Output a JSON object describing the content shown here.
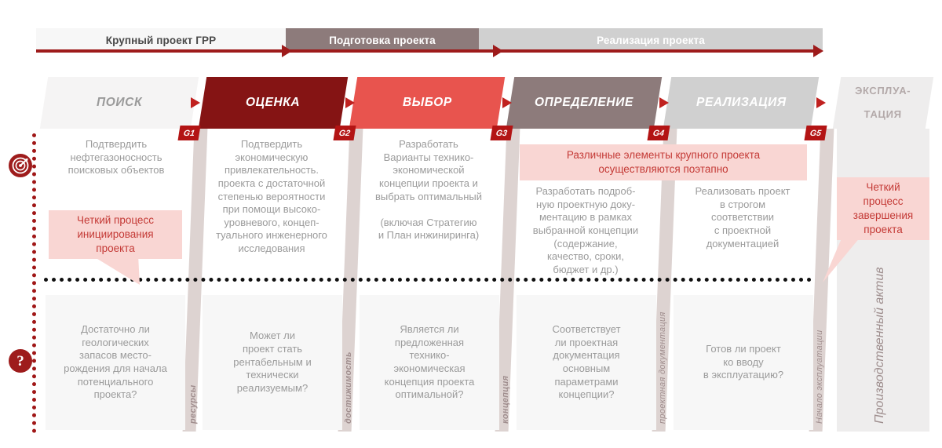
{
  "program_bar": {
    "segments": [
      {
        "label": "Крупный проект ГРР",
        "color": "#f7f7f7"
      },
      {
        "label": "Подготовка проекта",
        "color": "#8d7b7b"
      },
      {
        "label": "Реализация  проекта",
        "color": "#d0d0d0"
      }
    ]
  },
  "phases": [
    {
      "id": "poisk",
      "title": "ПОИСК",
      "color": "#f5f4f4"
    },
    {
      "id": "ocenka",
      "title": "ОЦЕНКА",
      "color": "#851414"
    },
    {
      "id": "vybor",
      "title": "ВЫБОР",
      "color": "#e8544e"
    },
    {
      "id": "opredelenie",
      "title": "ОПРЕДЕЛЕНИЕ",
      "color": "#8d7b7b"
    },
    {
      "id": "realizaciya",
      "title": "РЕАЛИЗАЦИЯ",
      "color": "#d0d0d0"
    },
    {
      "id": "ekspluataciya",
      "title_line1": "ЭКСПЛУА-",
      "title_line2": "ТАЦИЯ",
      "color": "#eeeded"
    }
  ],
  "gates": [
    {
      "tag": "G1",
      "label": "ресурсы"
    },
    {
      "tag": "G2",
      "label": "достижимость"
    },
    {
      "tag": "G3",
      "label": "концепция"
    },
    {
      "tag": "G4",
      "label": "проектная документация"
    },
    {
      "tag": "G5",
      "label": "Начало эксплуатации"
    }
  ],
  "objectives": [
    {
      "text": "Подтвердить\nнефтегазоносность\nпоисковых объектов"
    },
    {
      "text": "Подтвердить\nэкономическую\nпривлекательность.\nпроекта с достаточной\nстепенью вероятности\nпри помощи высоко-\nуровневого, концеп-\nтуального инженерного\nисследования"
    },
    {
      "text": "Разработать\nВарианты технико-\nэкономической\nконцепции проекта и\nвыбрать оптимальный\n\n(включая Стратегию\nи План инжиниринга)"
    },
    {
      "text": "Разработать подроб-\nную проектную доку-\nментацию в рамках\nвыбранной концепции\n(содержание,\nкачество, сроки,\nбюджет и др.)"
    },
    {
      "text": "Реализовать проект\nв строгом\nсоответствии\nс проектной\nдокументацией"
    }
  ],
  "questions": [
    {
      "text": "Достаточно ли\nгеологических\nзапасов место-\nрождения для начала\nпотенциального\nпроекта?"
    },
    {
      "text": "Может ли\nпроект стать\nрентабельным и\nтехнически\nреализуемым?"
    },
    {
      "text": "Является ли\nпредложенная\nтехнико-\nэкономическая\nконцепция проекта\nоптимальной?"
    },
    {
      "text": "Соответствует\nли проектная\nдокументация\nосновным\nпараметрами\nконцепции?"
    },
    {
      "text": "Готов ли проект\nко вводу\nв эксплуатацию?"
    }
  ],
  "callouts": {
    "initiation": "Четкий процесс\nинициирования\nпроекта",
    "stagewise": "Различные элементы крупного проекта\nосуществляются поэтапно",
    "completion": "Четкий\nпроцесс\nзавершения\nпроекта"
  },
  "right_panel": {
    "asset_label": "Производственный актив"
  },
  "icons": {
    "objective": "target-icon",
    "question": "question-mark-icon"
  },
  "colors": {
    "brand_red": "#9e1b1b",
    "accent_red": "#c43a36",
    "light_red": "#e8544e",
    "dark_red": "#851414",
    "mauve": "#8d7b7b",
    "grey": "#d0d0d0",
    "pink": "#f9d6d3"
  }
}
